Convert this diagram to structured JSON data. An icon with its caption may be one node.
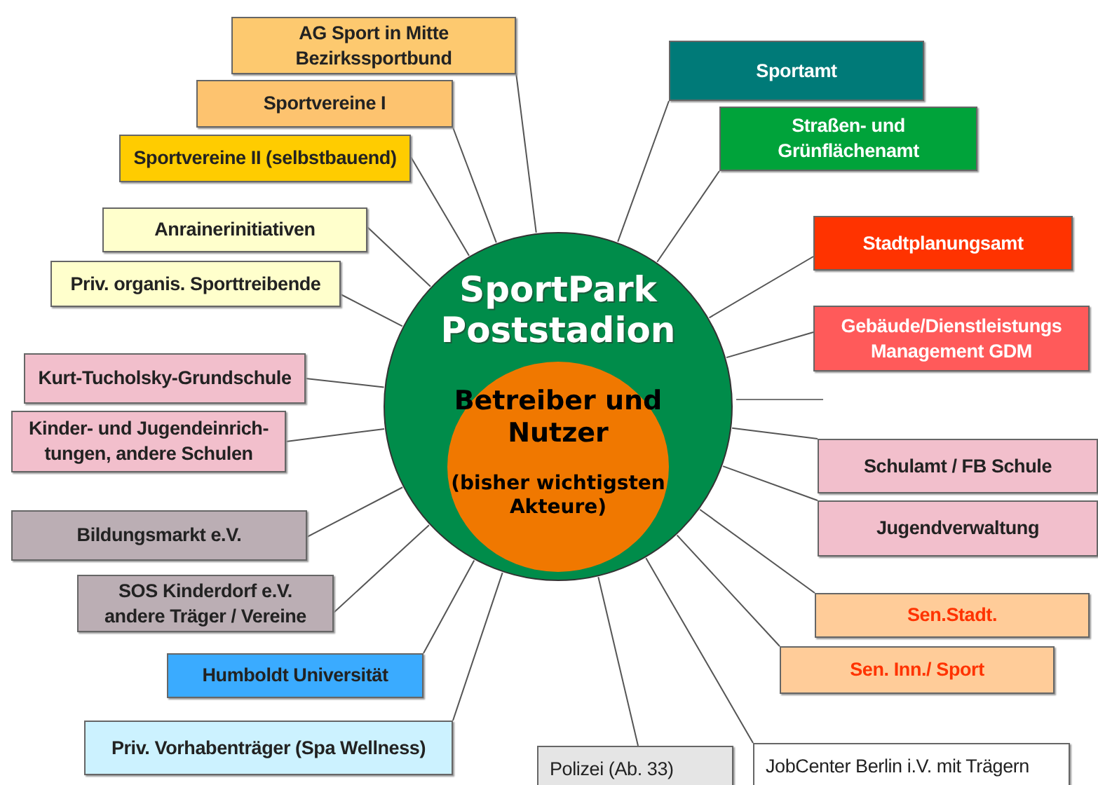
{
  "diagram": {
    "nodes": [
      {
        "text": [
          "SportPark Poststadion"
        ]
      },
      {
        "text": [
          "Betreiber und Nutzer",
          "(bisher wichtigsten Akteure)"
        ],
        "in": 0
      },
      {
        "text": [
          "AG Sport in Mitte Bezirkssportbund"
        ]
      },
      {
        "text": [
          "Sportvereine I"
        ]
      },
      {
        "text": [
          "Sportvereine II (selbstbauend)"
        ]
      },
      {
        "text": [
          "Anrainerinitiativen"
        ]
      },
      {
        "text": [
          "Priv. organis. Sporttreibende"
        ]
      },
      {
        "text": [
          "Kurt-Tucholsky-Grundschule"
        ]
      },
      {
        "text": [
          "Kinder- und Jugendeinrich- tungen, andere Schulen"
        ]
      },
      {
        "text": [
          "Bildungsmarkt e.V."
        ]
      },
      {
        "text": [
          "SOS Kinderdorf e.V. andere Träger / Vereine"
        ]
      },
      {
        "text": [
          "Humboldt Universität"
        ]
      },
      {
        "text": [
          "Priv. Vorhabenträger (Spa Wellness)"
        ]
      },
      {
        "text": [
          "Polizei (Ab. 33)"
        ]
      },
      {
        "text": [
          "JobCenter Berlin i.V. mit Trägern"
        ]
      },
      {
        "text": [
          "Sportamt"
        ]
      },
      {
        "text": [
          "Straßen- und Grünflächenamt"
        ]
      },
      {
        "text": [
          "Stadtplanungsamt"
        ]
      },
      {
        "text": [
          "Gebäude/Dienstleistungs Management GDM"
        ]
      },
      {
        "text": [
          "Schulamt / FB Schule"
        ]
      },
      {
        "text": [
          "Jugendverwaltung"
        ]
      },
      {
        "text": [
          "Sen.Stadt."
        ]
      },
      {
        "text": [
          "Sen. Inn./ Sport"
        ]
      }
    ],
    "edges": [
      {
        "from": 2,
        "to": 0,
        "arrow": "none"
      },
      {
        "from": 3,
        "to": 0,
        "arrow": "none"
      },
      {
        "from": 4,
        "to": 0,
        "arrow": "none"
      },
      {
        "from": 5,
        "to": 0,
        "arrow": "none"
      },
      {
        "from": 6,
        "to": 0,
        "arrow": "none"
      },
      {
        "from": 7,
        "to": 0,
        "arrow": "none"
      },
      {
        "from": 8,
        "to": 0,
        "arrow": "none"
      },
      {
        "from": 9,
        "to": 0,
        "arrow": "none"
      },
      {
        "from": 10,
        "to": 0,
        "arrow": "none"
      },
      {
        "from": 11,
        "to": 0,
        "arrow": "none"
      },
      {
        "from": 12,
        "to": 0,
        "arrow": "none"
      },
      {
        "from": 13,
        "to": 0,
        "arrow": "none"
      },
      {
        "from": 14,
        "to": 0,
        "arrow": "none"
      },
      {
        "from": 15,
        "to": 0,
        "arrow": "none"
      },
      {
        "from": 16,
        "to": 0,
        "arrow": "none"
      },
      {
        "from": 17,
        "to": 0,
        "arrow": "none"
      },
      {
        "from": 18,
        "to": 0,
        "arrow": "none"
      },
      {
        "from": 19,
        "to": 0,
        "arrow": "none"
      },
      {
        "from": 20,
        "to": 0,
        "arrow": "none"
      },
      {
        "from": 21,
        "to": 0,
        "arrow": "none"
      },
      {
        "from": 22,
        "to": 0,
        "arrow": "none"
      }
    ]
  }
}
